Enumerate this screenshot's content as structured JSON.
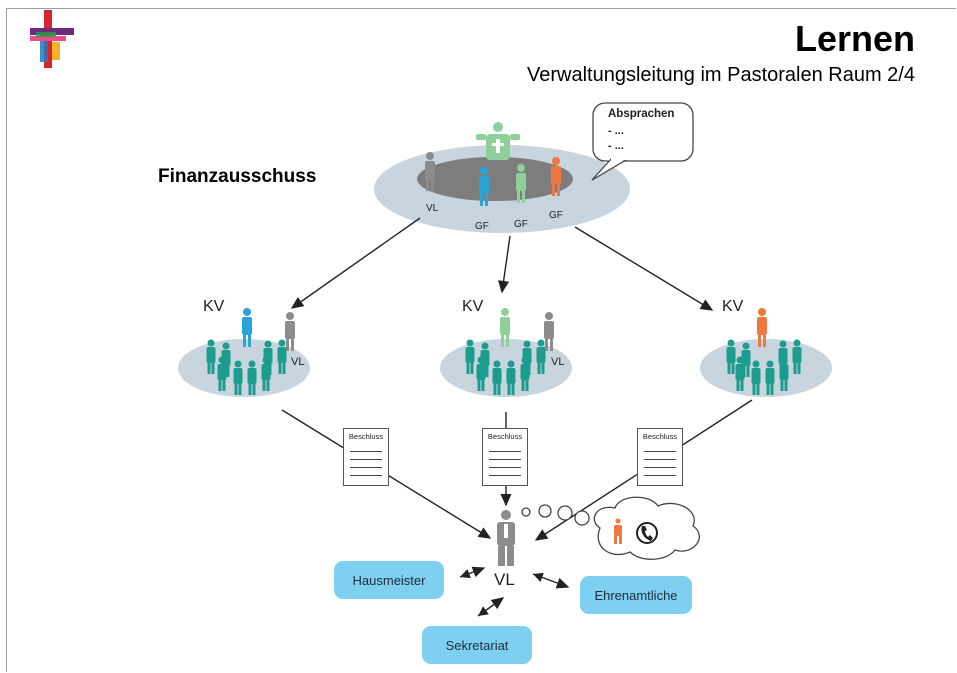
{
  "title": "Lernen",
  "subtitle": "Verwaltungsleitung im Pastoralen Raum 2/4",
  "committee_label": "Finanzausschuss",
  "speech_bubble": {
    "heading": "Absprachen",
    "line1": "- ...",
    "line2": "- ..."
  },
  "top_labels": {
    "vl": "VL",
    "gf1": "GF",
    "gf2": "GF",
    "gf3": "GF"
  },
  "groups": [
    {
      "kv_label": "KV",
      "vl_label": "VL",
      "lead_color": "#2ba3d9"
    },
    {
      "kv_label": "KV",
      "vl_label": "VL",
      "lead_color": "#8fcf9a"
    },
    {
      "kv_label": "KV",
      "lead_color": "#f07840"
    }
  ],
  "decision_doc_label": "Beschluss",
  "center_label": "VL",
  "roles": {
    "left": "Hausmeister",
    "right": "Ehrenamtliche",
    "bottom": "Sekretariat"
  },
  "colors": {
    "team": "#1b9c8f",
    "pill": "#7fd0f0",
    "platform": "#c8d4de",
    "gray_person": "#8c8c8c"
  }
}
